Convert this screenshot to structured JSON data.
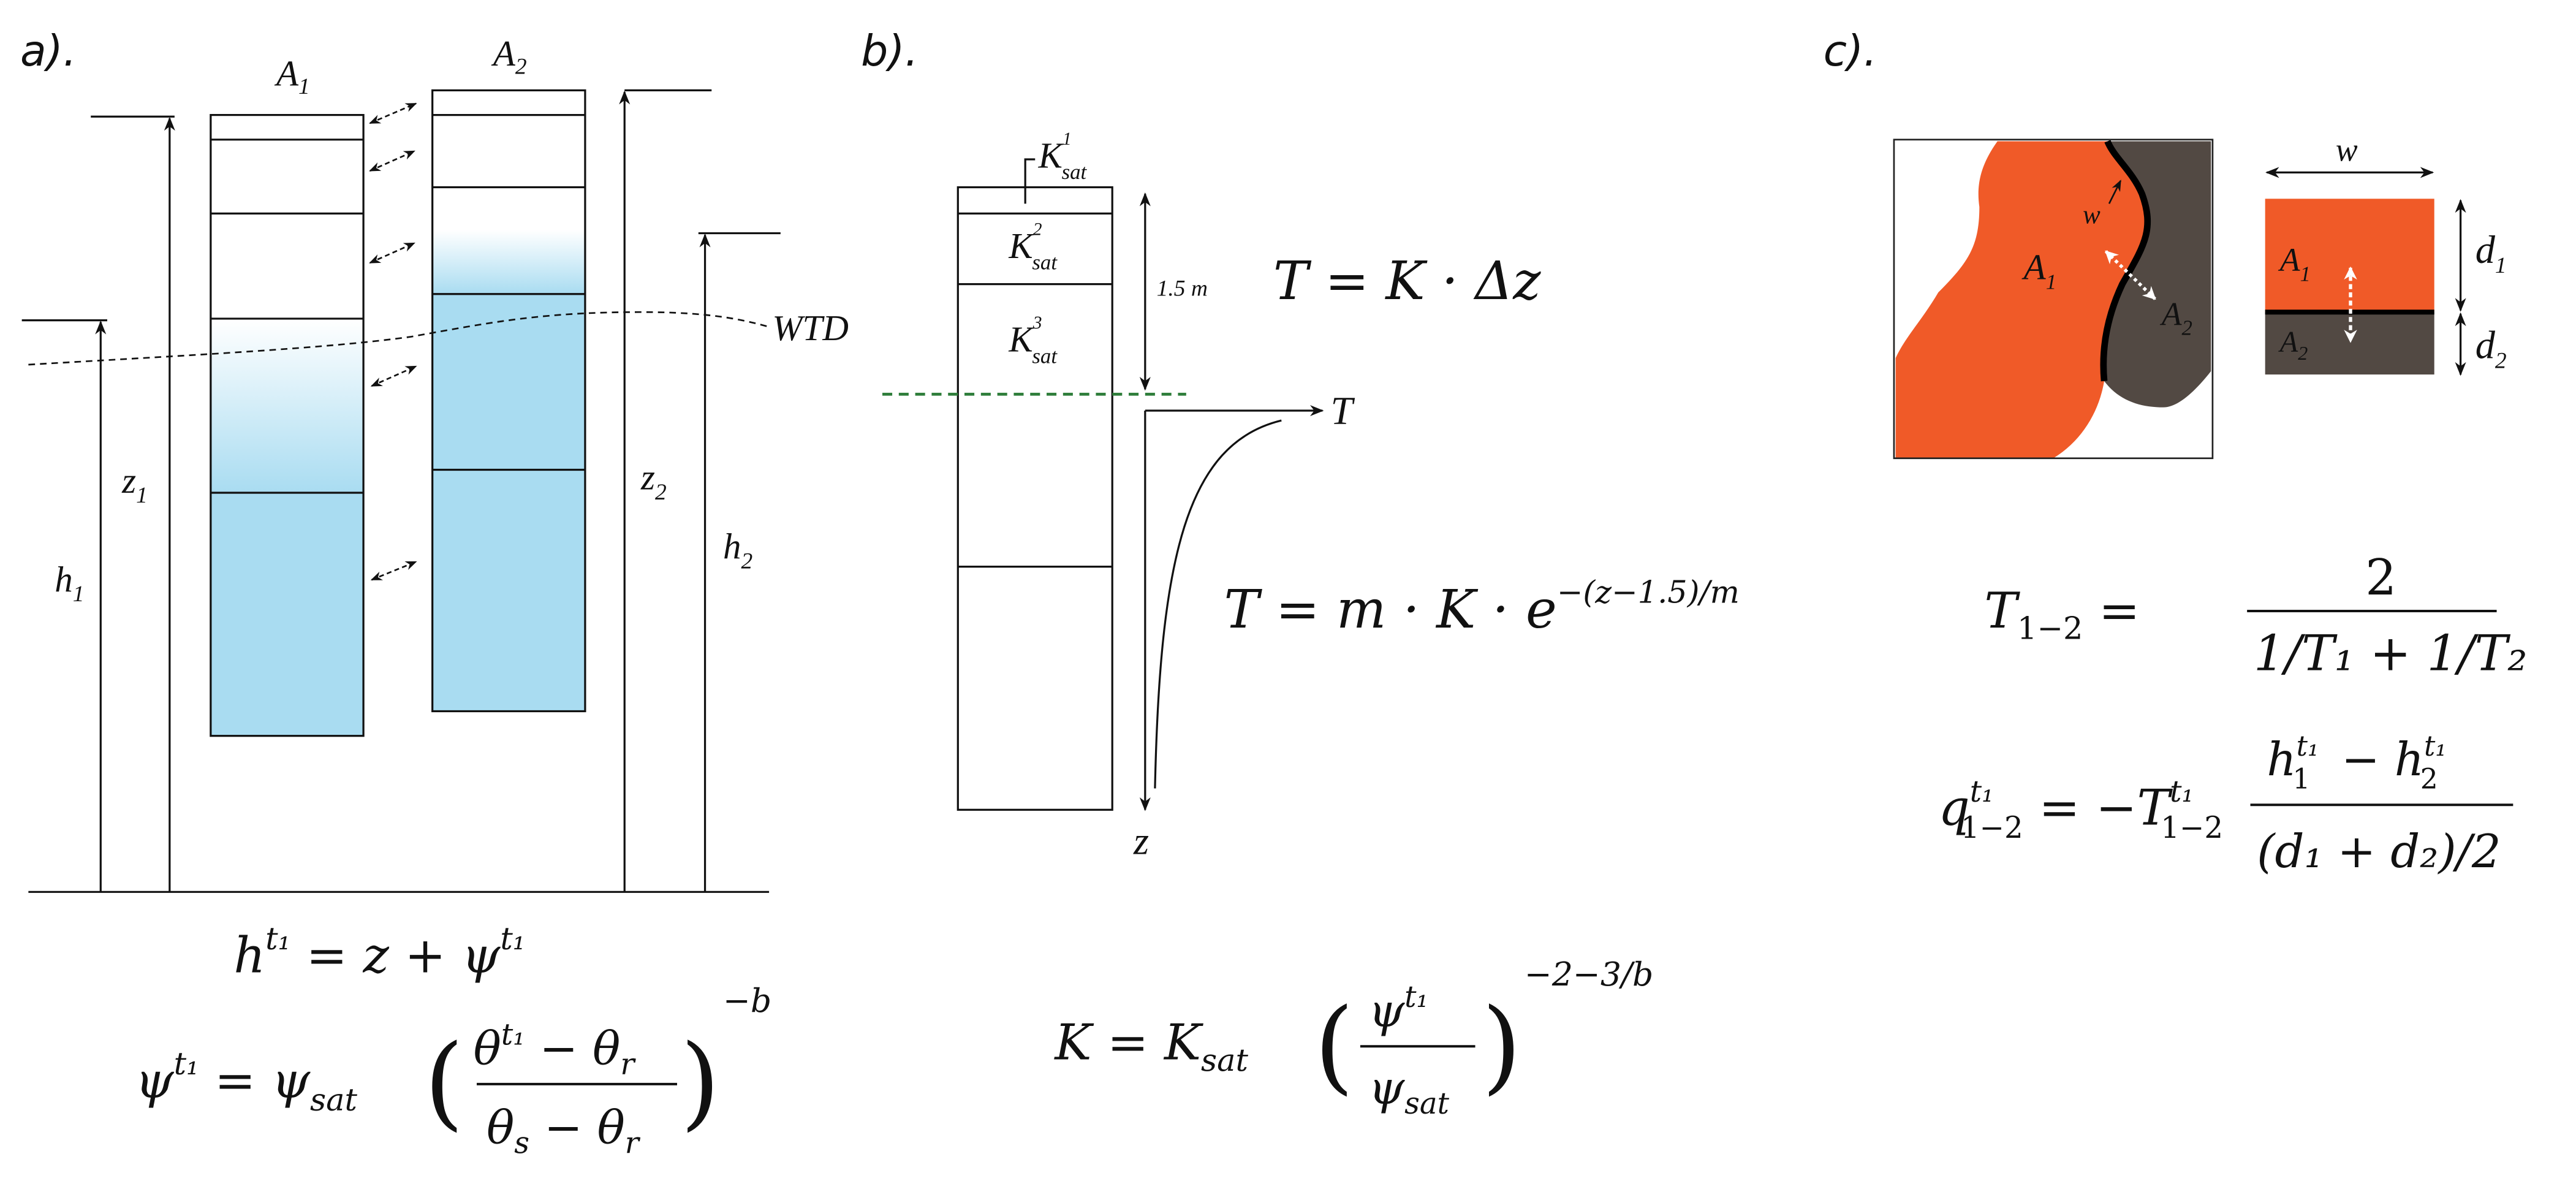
{
  "colors": {
    "water_blue": "#a9dcf1",
    "patch_orange": "#f05a28",
    "patch_dark": "#524943",
    "wtd_green_dashed": "#2e7d3a"
  },
  "panel_a": {
    "label": "a).",
    "column_1": {
      "base": "A",
      "sub": "1"
    },
    "column_2": {
      "base": "A",
      "sub": "2"
    },
    "z1": {
      "base": "z",
      "sub": "1"
    },
    "h1": {
      "base": "h",
      "sub": "1"
    },
    "z2": {
      "base": "z",
      "sub": "2"
    },
    "h2": {
      "base": "h",
      "sub": "2"
    },
    "wtd": "WTD",
    "eq_head": {
      "h": "h",
      "sup": "t₁",
      "mid": " = z + ψ",
      "sup2": "t₁"
    },
    "eq_psi": {
      "lhs": "ψ",
      "lhs_sup": "t₁",
      "eq": " = ψ",
      "sat": "sat",
      "lp": "(",
      "rp": ")",
      "num": "θ",
      "num_sup": "t₁",
      "num_rest": " − θ",
      "r": "r",
      "den": "θ",
      "s": "s",
      "den_rest": " − θ",
      "r2": "r",
      "exp": "−b"
    }
  },
  "panel_b": {
    "label": "b).",
    "k1": {
      "base": "K",
      "sup": "1",
      "sub": "sat"
    },
    "k2": {
      "base": "K",
      "sup": "2",
      "sub": "sat"
    },
    "k3": {
      "base": "K",
      "sup": "3",
      "sub": "sat"
    },
    "depth": "1.5 m",
    "axis_t": "T",
    "axis_z": "z",
    "eq_t1": "T = K · Δz",
    "eq_t2": {
      "main": "T = m · K · e",
      "exp": "−(z−1.5)/m"
    },
    "eq_k": {
      "lhs": "K = K",
      "sat": "sat",
      "lp": "(",
      "rp": ")",
      "num": "ψ",
      "num_sup": "t₁",
      "den": "ψ",
      "den_sub": "sat",
      "exp": "−2−3/b"
    }
  },
  "panel_c": {
    "label": "c).",
    "map_a1": {
      "base": "A",
      "sub": "1"
    },
    "map_a2": {
      "base": "A",
      "sub": "2"
    },
    "map_w": "w",
    "rect_w": "w",
    "rect_a1": {
      "base": "A",
      "sub": "1"
    },
    "rect_a2": {
      "base": "A",
      "sub": "2"
    },
    "d1": {
      "base": "d",
      "sub": "1"
    },
    "d2": {
      "base": "d",
      "sub": "2"
    },
    "eq_t12": {
      "lhs": "T",
      "lhs_sub": "1−2",
      "eq": " = ",
      "num": "2",
      "den": "1/T₁ + 1/T₂"
    },
    "eq_q": {
      "q": "q",
      "q_sup": "t₁",
      "q_sub": "1−2",
      "eq": " = −T",
      "t_sup": "t₁",
      "t_sub": "1−2",
      "num_h1": "h",
      "num_h1_sup": "t₁",
      "num_h1_sub": "1",
      "minus": " − h",
      "num_h2_sup": "t₁",
      "num_h2_sub": "2",
      "den": "(d₁ + d₂)/2"
    }
  }
}
